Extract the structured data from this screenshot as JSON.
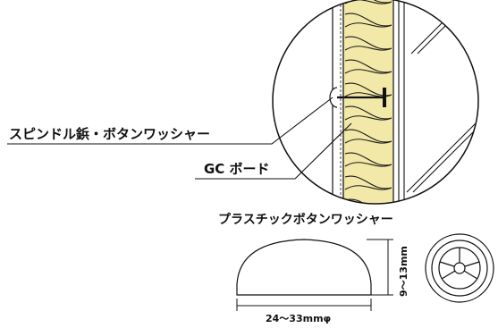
{
  "labels": {
    "spindle_nail": "スピンドル鋲・ボタンワッシャー",
    "gc_board": "GC ボード",
    "plastic_washer_title": "プラスチックボタンワッシャー",
    "height_dim": "9〜13mm",
    "diameter_dim": "24〜33mmφ"
  },
  "colors": {
    "insulation_fill": "#f2e8a8",
    "insulation_line": "#1a1a1a",
    "board_fill": "#ffffff",
    "line": "#111111"
  }
}
